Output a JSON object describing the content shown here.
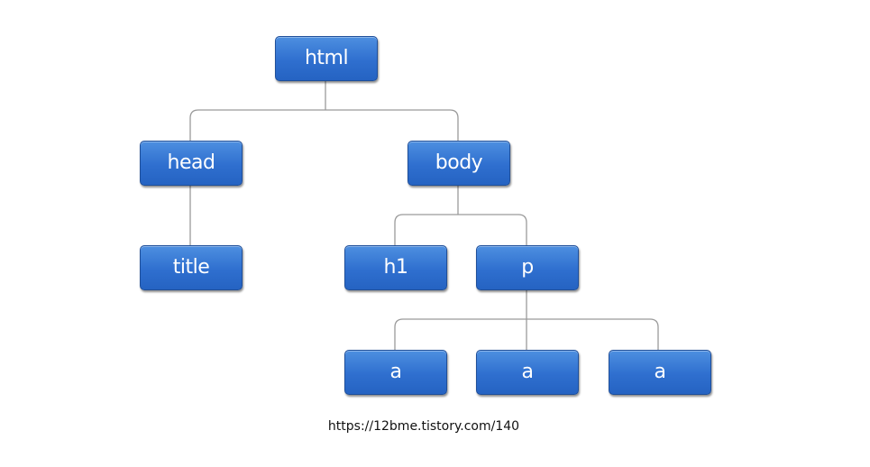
{
  "nodes": {
    "html": "html",
    "head": "head",
    "body": "body",
    "title": "title",
    "h1": "h1",
    "p": "p",
    "a1": "a",
    "a2": "a",
    "a3": "a"
  },
  "colors": {
    "node_fill": "#2f6fcf",
    "connector": "#9a9a9a"
  },
  "caption": "https://12bme.tistory.com/140"
}
